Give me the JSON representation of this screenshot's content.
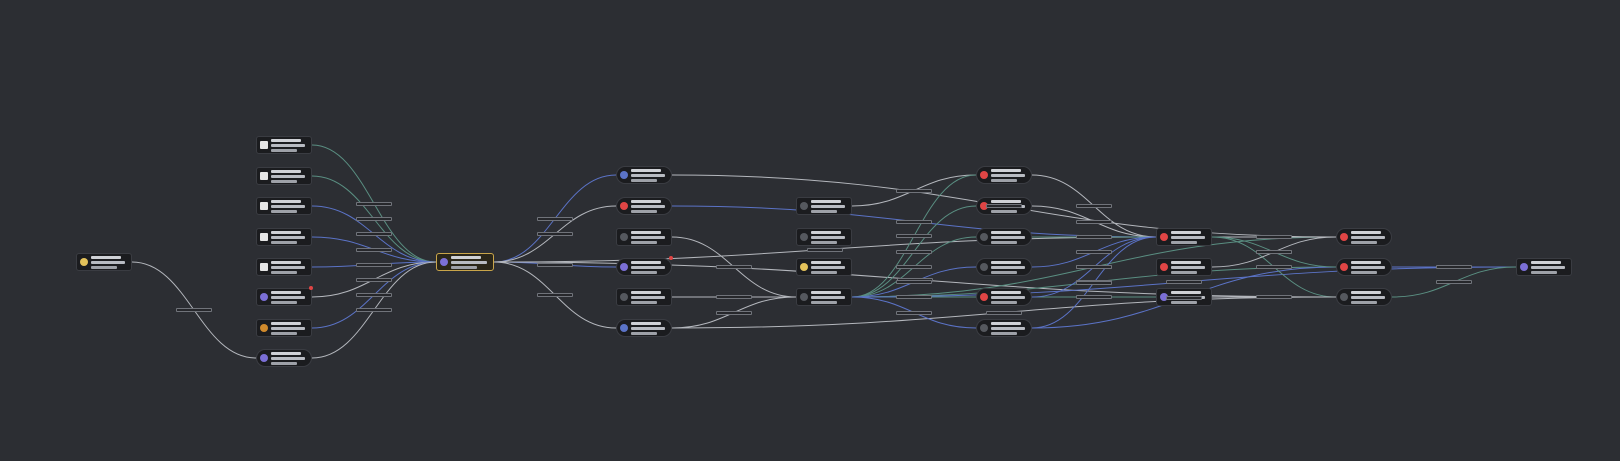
{
  "canvas": {
    "background": "#2c2e33"
  },
  "colors": {
    "edge_gray": "#b4b7bd",
    "edge_blue": "#5b73c7",
    "edge_teal": "#5a8f82",
    "node_bg": "#1b1c1f",
    "selected": "#c9a54a",
    "red": "#e04545",
    "yellow": "#e3c25a",
    "purple": "#7b6fd6",
    "white": "#e6e6e6"
  },
  "nodes": [
    {
      "id": "n0",
      "icon": "yellow-circle-icon",
      "color": "#e3c25a"
    },
    {
      "id": "a1",
      "icon": "white-square-icon",
      "color": "#e6e6e6"
    },
    {
      "id": "a2",
      "icon": "white-square-icon",
      "color": "#e6e6e6"
    },
    {
      "id": "a3",
      "icon": "white-square-icon",
      "color": "#e6e6e6"
    },
    {
      "id": "a4",
      "icon": "white-square-icon",
      "color": "#e6e6e6"
    },
    {
      "id": "a5",
      "icon": "white-square-icon",
      "color": "#e6e6e6"
    },
    {
      "id": "a6",
      "icon": "purple-circle-icon",
      "color": "#7b6fd6",
      "alert": true
    },
    {
      "id": "a7",
      "icon": "orange-circle-icon",
      "color": "#d08a2c"
    },
    {
      "id": "a8",
      "icon": "purple-circle-icon",
      "color": "#7b6fd6"
    },
    {
      "id": "hub",
      "icon": "purple-circle-icon",
      "color": "#7b6fd6",
      "selected": true
    },
    {
      "id": "b1",
      "icon": "blue-circle-icon",
      "color": "#5b73c7"
    },
    {
      "id": "b2",
      "icon": "red-circle-icon",
      "color": "#e04545"
    },
    {
      "id": "b3",
      "icon": "dark-circle-icon",
      "color": "#55585e"
    },
    {
      "id": "b4",
      "icon": "purple-circle-icon",
      "color": "#7b6fd6",
      "alert": true
    },
    {
      "id": "b5",
      "icon": "dark-circle-icon",
      "color": "#55585e"
    },
    {
      "id": "b6",
      "icon": "blue-circle-icon",
      "color": "#5b73c7"
    },
    {
      "id": "c1",
      "icon": "dark-circle-icon",
      "color": "#55585e"
    },
    {
      "id": "c2",
      "icon": "dark-circle-icon",
      "color": "#55585e"
    },
    {
      "id": "c3",
      "icon": "yellow-circle-icon",
      "color": "#e3c25a"
    },
    {
      "id": "c4",
      "icon": "dark-circle-icon",
      "color": "#55585e"
    },
    {
      "id": "d1",
      "icon": "red-circle-icon",
      "color": "#e04545"
    },
    {
      "id": "d2",
      "icon": "red-circle-icon",
      "color": "#e04545"
    },
    {
      "id": "d3",
      "icon": "dark-circle-icon",
      "color": "#55585e"
    },
    {
      "id": "d4",
      "icon": "dark-circle-icon",
      "color": "#55585e"
    },
    {
      "id": "d5",
      "icon": "red-circle-icon",
      "color": "#e04545"
    },
    {
      "id": "d6",
      "icon": "dark-circle-icon",
      "color": "#55585e"
    },
    {
      "id": "e1",
      "icon": "red-circle-icon",
      "color": "#e04545"
    },
    {
      "id": "e2",
      "icon": "red-circle-icon",
      "color": "#e04545"
    },
    {
      "id": "e3",
      "icon": "purple-circle-icon",
      "color": "#7b6fd6"
    },
    {
      "id": "f1",
      "icon": "red-circle-icon",
      "color": "#e04545"
    },
    {
      "id": "f2",
      "icon": "red-circle-icon",
      "color": "#e04545"
    },
    {
      "id": "f3",
      "icon": "dark-circle-icon",
      "color": "#55585e"
    },
    {
      "id": "g1",
      "icon": "purple-circle-icon",
      "color": "#7b6fd6"
    }
  ],
  "edges": [
    {
      "from": "n0",
      "to": "a8",
      "color": "gray"
    },
    {
      "from": "a1",
      "to": "hub",
      "color": "teal"
    },
    {
      "from": "a2",
      "to": "hub",
      "color": "teal"
    },
    {
      "from": "a3",
      "to": "hub",
      "color": "blue"
    },
    {
      "from": "a4",
      "to": "hub",
      "color": "blue"
    },
    {
      "from": "a5",
      "to": "hub",
      "color": "blue"
    },
    {
      "from": "a6",
      "to": "hub",
      "color": "gray"
    },
    {
      "from": "a7",
      "to": "hub",
      "color": "blue"
    },
    {
      "from": "a8",
      "to": "hub",
      "color": "gray"
    },
    {
      "from": "hub",
      "to": "b1",
      "color": "blue"
    },
    {
      "from": "hub",
      "to": "b2",
      "color": "gray"
    },
    {
      "from": "hub",
      "to": "b4",
      "color": "blue"
    },
    {
      "from": "hub",
      "to": "b6",
      "color": "gray"
    },
    {
      "from": "hub",
      "to": "f3",
      "color": "gray"
    },
    {
      "from": "hub",
      "to": "e1",
      "color": "gray"
    },
    {
      "from": "b1",
      "to": "f1",
      "color": "gray"
    },
    {
      "from": "b2",
      "to": "e1",
      "color": "blue"
    },
    {
      "from": "b3",
      "to": "c4",
      "color": "gray"
    },
    {
      "from": "b5",
      "to": "c4",
      "color": "gray"
    },
    {
      "from": "b6",
      "to": "c4",
      "color": "gray"
    },
    {
      "from": "b6",
      "to": "f3",
      "color": "gray"
    },
    {
      "from": "c1",
      "to": "d1",
      "color": "gray"
    },
    {
      "from": "c4",
      "to": "d1",
      "color": "teal"
    },
    {
      "from": "c4",
      "to": "d2",
      "color": "teal"
    },
    {
      "from": "c4",
      "to": "d3",
      "color": "teal"
    },
    {
      "from": "c4",
      "to": "d4",
      "color": "blue"
    },
    {
      "from": "c4",
      "to": "d5",
      "color": "teal"
    },
    {
      "from": "c4",
      "to": "d6",
      "color": "blue"
    },
    {
      "from": "c4",
      "to": "f1",
      "color": "teal"
    },
    {
      "from": "c4",
      "to": "f2",
      "color": "teal"
    },
    {
      "from": "c4",
      "to": "f3",
      "color": "teal"
    },
    {
      "from": "c4",
      "to": "g1",
      "color": "blue"
    },
    {
      "from": "d1",
      "to": "e1",
      "color": "gray"
    },
    {
      "from": "d2",
      "to": "e1",
      "color": "gray"
    },
    {
      "from": "d3",
      "to": "e1",
      "color": "teal"
    },
    {
      "from": "d4",
      "to": "e1",
      "color": "blue"
    },
    {
      "from": "d5",
      "to": "e1",
      "color": "blue"
    },
    {
      "from": "d6",
      "to": "e1",
      "color": "blue"
    },
    {
      "from": "d6",
      "to": "f2",
      "color": "blue"
    },
    {
      "from": "e1",
      "to": "f1",
      "color": "gray"
    },
    {
      "from": "e1",
      "to": "f2",
      "color": "teal"
    },
    {
      "from": "e1",
      "to": "f3",
      "color": "teal"
    },
    {
      "from": "e2",
      "to": "f1",
      "color": "gray"
    },
    {
      "from": "e3",
      "to": "f3",
      "color": "gray"
    },
    {
      "from": "f2",
      "to": "g1",
      "color": "blue"
    },
    {
      "from": "f3",
      "to": "g1",
      "color": "teal"
    }
  ]
}
